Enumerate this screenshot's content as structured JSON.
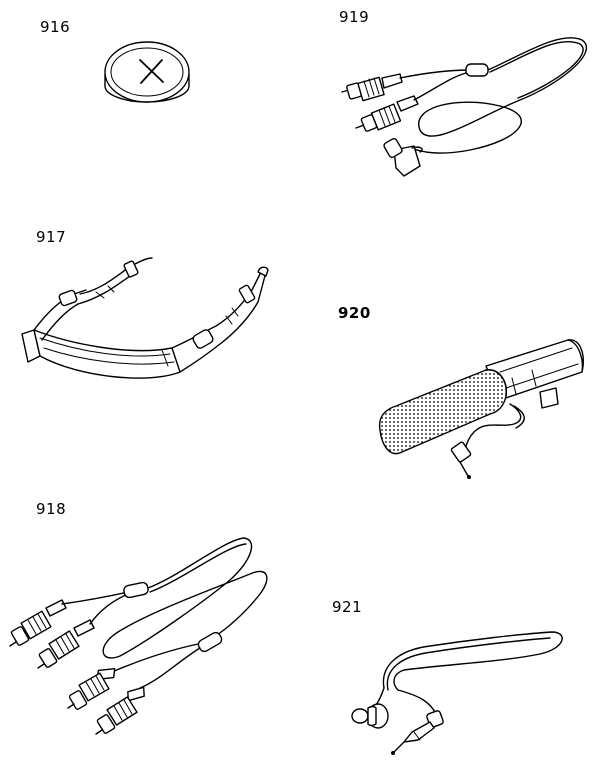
{
  "parts": [
    {
      "id": "916",
      "label": "916",
      "item": "button-battery"
    },
    {
      "id": "917",
      "label": "917",
      "item": "headband"
    },
    {
      "id": "918",
      "label": "918",
      "item": "av-cable-triple"
    },
    {
      "id": "919",
      "label": "919",
      "item": "av-cable-double"
    },
    {
      "id": "920",
      "label": "920",
      "item": "microphone"
    },
    {
      "id": "921",
      "label": "921",
      "item": "earphone"
    }
  ]
}
